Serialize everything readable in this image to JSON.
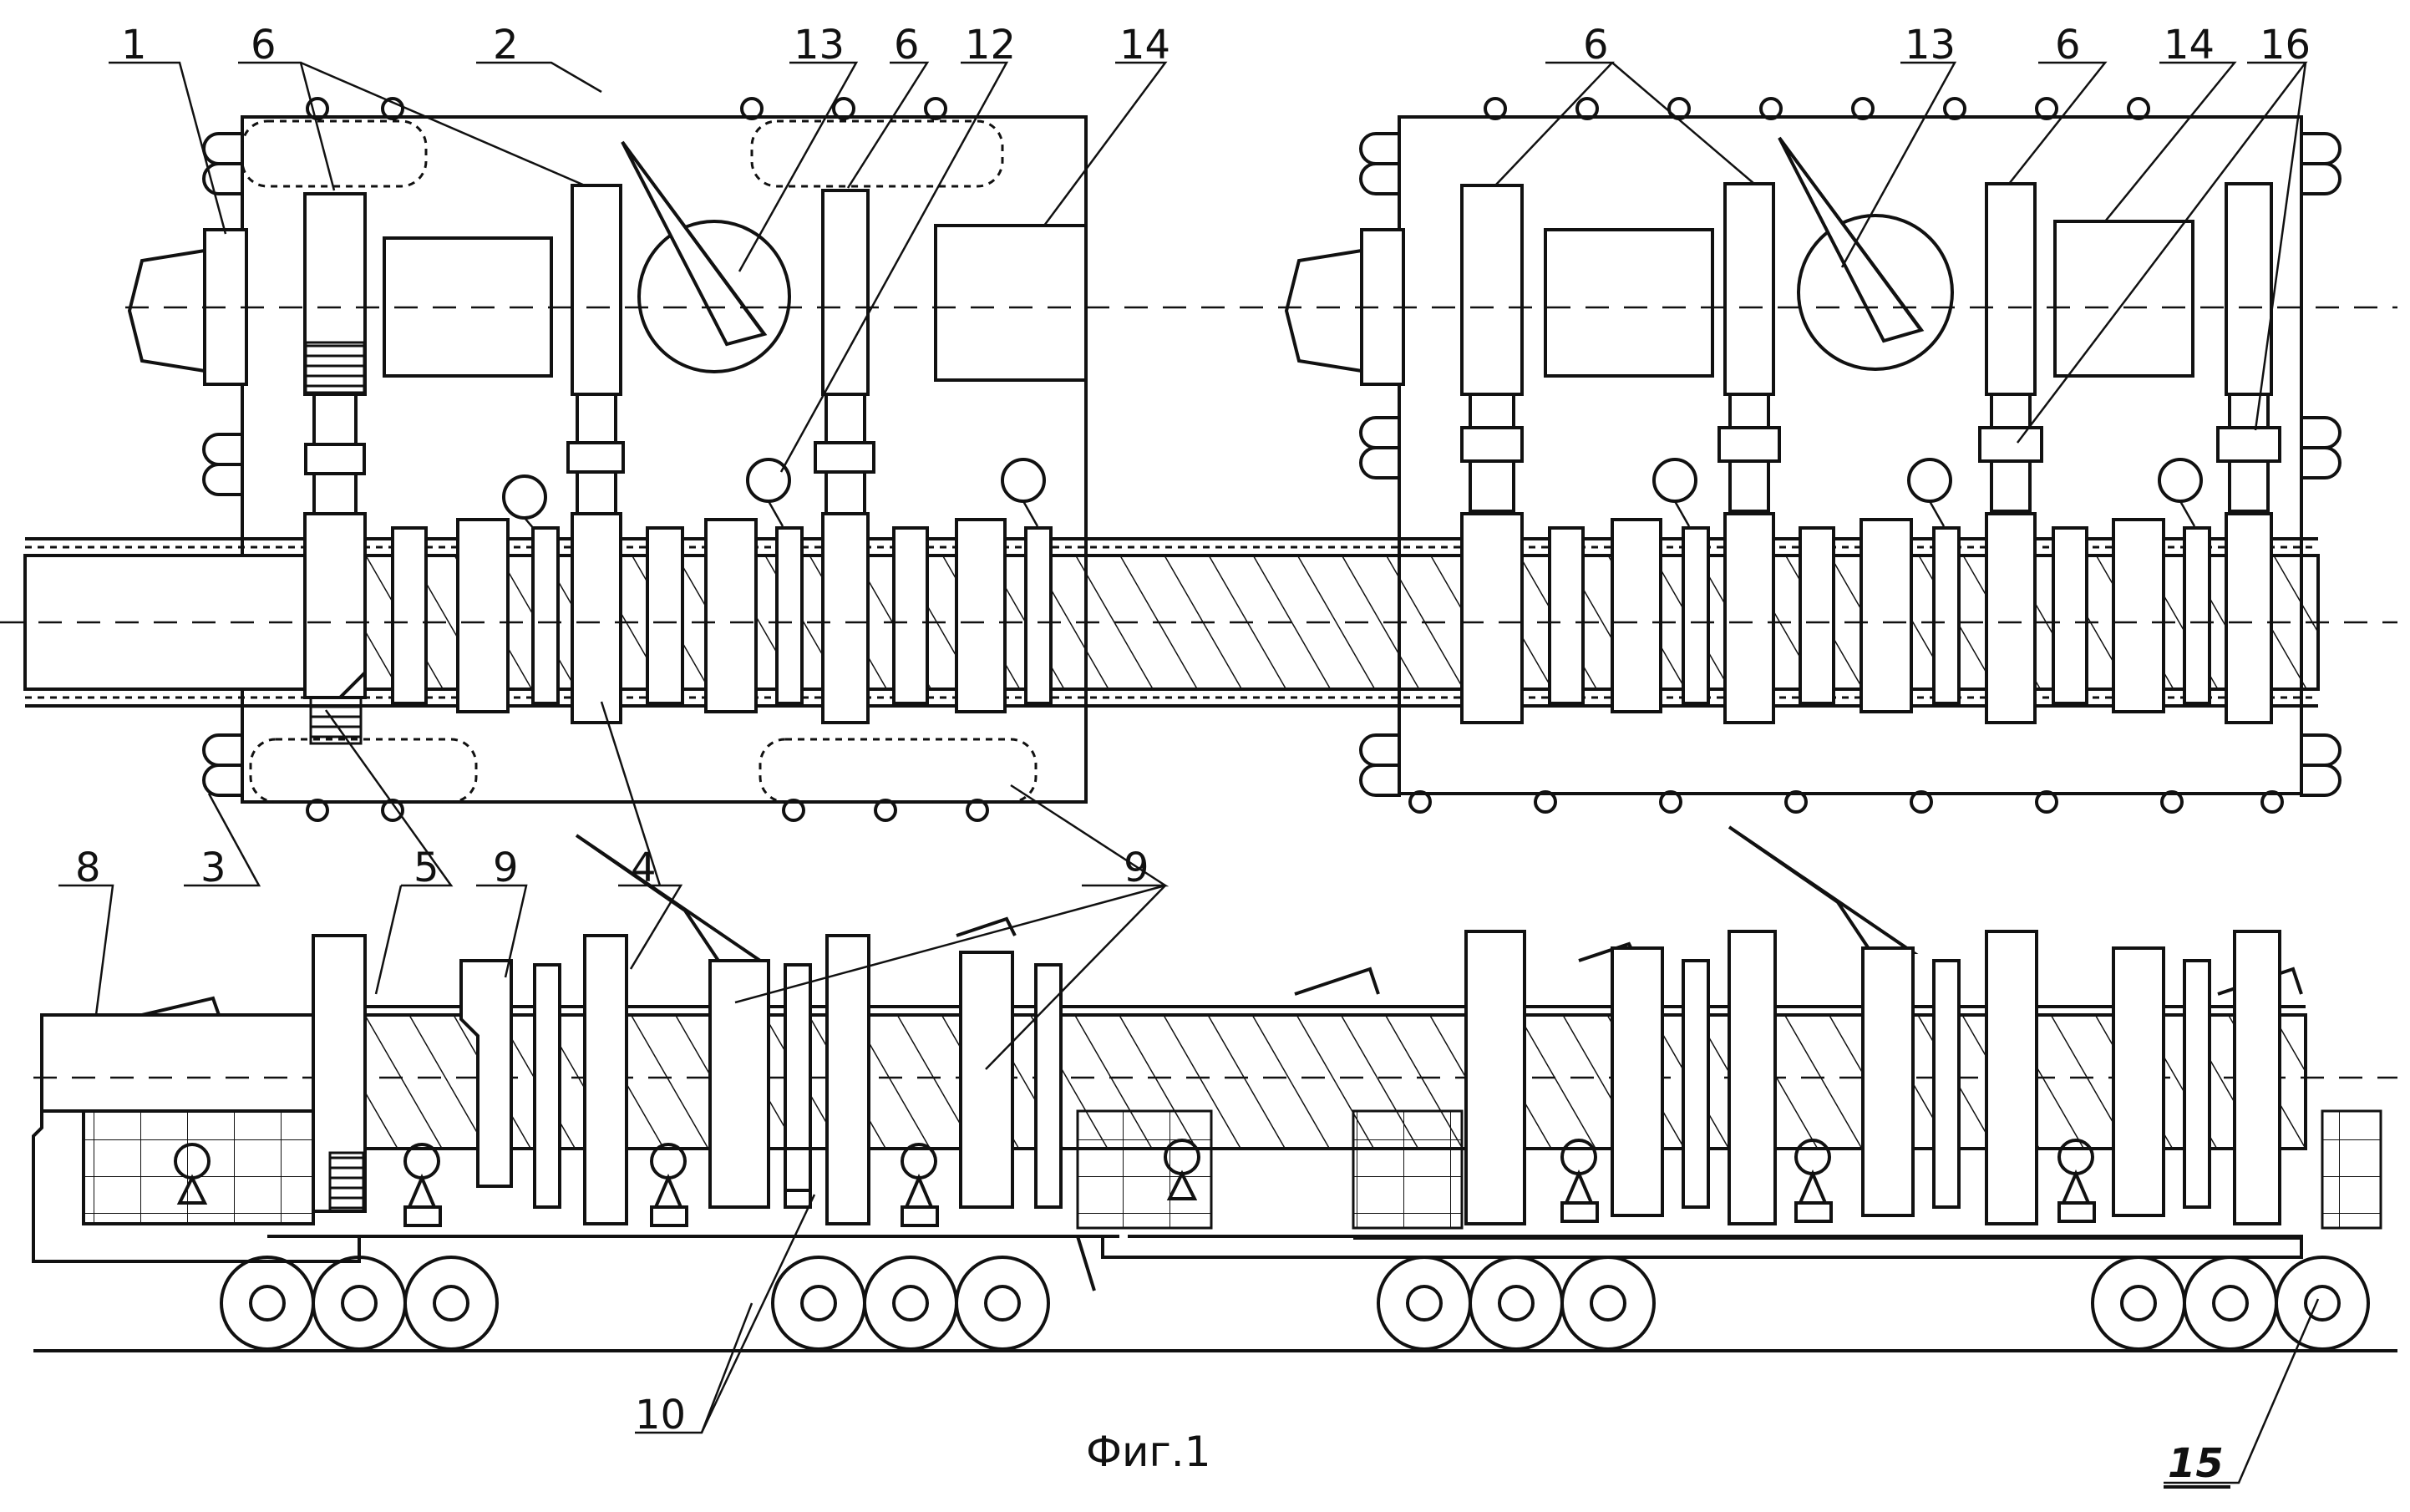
{
  "figure": {
    "caption": "Фиг.1",
    "callouts": [
      {
        "id": "c1",
        "text": "1"
      },
      {
        "id": "c6a",
        "text": "6"
      },
      {
        "id": "c2",
        "text": "2"
      },
      {
        "id": "c13a",
        "text": "13"
      },
      {
        "id": "c6b",
        "text": "6"
      },
      {
        "id": "c12",
        "text": "12"
      },
      {
        "id": "c14a",
        "text": "14"
      },
      {
        "id": "c6c",
        "text": "6"
      },
      {
        "id": "c13b",
        "text": "13"
      },
      {
        "id": "c6d",
        "text": "6"
      },
      {
        "id": "c14b",
        "text": "14"
      },
      {
        "id": "c16",
        "text": "16"
      },
      {
        "id": "c8",
        "text": "8"
      },
      {
        "id": "c3",
        "text": "3"
      },
      {
        "id": "c5",
        "text": "5"
      },
      {
        "id": "c9a",
        "text": "9"
      },
      {
        "id": "c4",
        "text": "4"
      },
      {
        "id": "c9b",
        "text": "9"
      },
      {
        "id": "c10",
        "text": "10"
      },
      {
        "id": "c15",
        "text": "15"
      }
    ]
  },
  "colors": {
    "ink": "#111111",
    "paper": "#ffffff"
  }
}
